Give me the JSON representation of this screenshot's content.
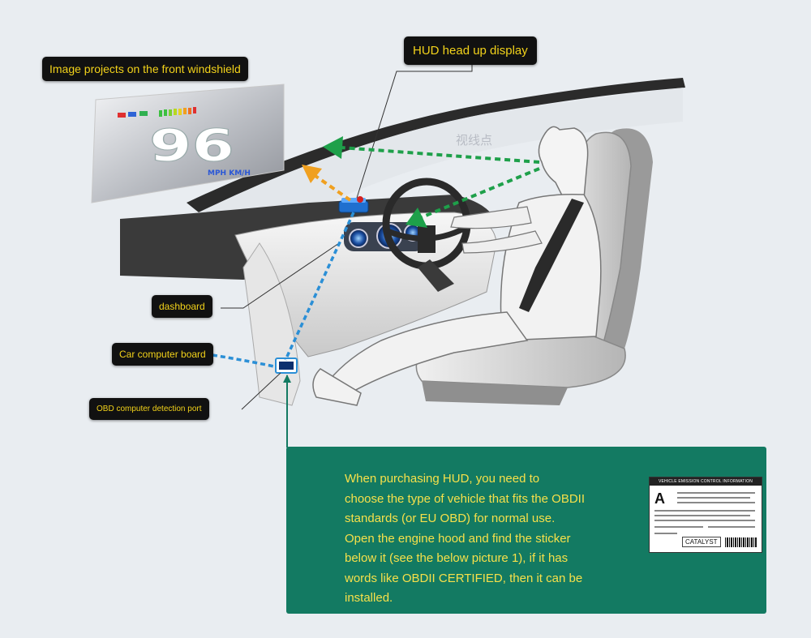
{
  "callouts": {
    "windshield": "Image projects on the front windshield",
    "hud": "HUD head up display",
    "dashboard": "dashboard",
    "computer_board": "Car computer board",
    "obd_port": "OBD computer detection port"
  },
  "hud_display": {
    "speed": "96",
    "units": "MPH KM/H"
  },
  "viewpoint_label": "视线点",
  "info": {
    "lines": [
      "When purchasing HUD, you need to",
      "choose the type of vehicle that fits the OBDII",
      "standards (or EU OBD) for normal use.",
      "Open the engine hood and find the sticker",
      "below it (see the below picture 1), if it has",
      "words like OBDII CERTIFIED, then it can be",
      "installed."
    ],
    "sticker": {
      "header": "VEHICLE EMISSION CONTROL INFORMATION",
      "letter": "A",
      "catalyst": "CATALYST"
    }
  },
  "colors": {
    "callout_bg": "#111111",
    "callout_text": "#f2d21a",
    "panel_bg": "#137a62",
    "panel_text": "#f6e04a",
    "sight_arrow": "#1ea04a",
    "projection_arrow": "#f0a020",
    "data_line": "#2b8fd6"
  }
}
